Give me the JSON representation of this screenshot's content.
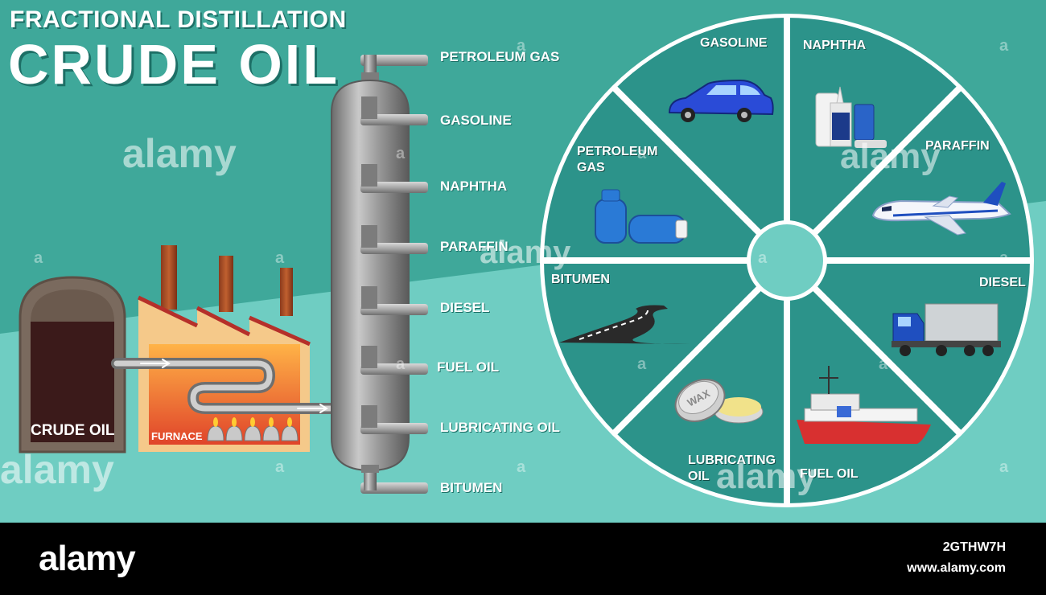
{
  "title": {
    "line1": "FRACTIONAL DISTILLATION",
    "line2": "CRUDE OIL"
  },
  "left": {
    "tank_label": "CRUDE OIL",
    "furnace_label": "FURNACE"
  },
  "column_outputs": [
    "PETROLEUM GAS",
    "GASOLINE",
    "NAPHTHA",
    "PARAFFIN",
    "DIESEL",
    "FUEL OIL",
    "LUBRICATING OIL",
    "BITUMEN"
  ],
  "wheel": {
    "sections": [
      {
        "label": "GASOLINE",
        "icon": "car-icon"
      },
      {
        "label": "NAPHTHA",
        "icon": "bottles-icon"
      },
      {
        "label": "PARAFFIN",
        "icon": "airplane-icon"
      },
      {
        "label": "DIESEL",
        "icon": "truck-icon"
      },
      {
        "label": "FUEL OIL",
        "icon": "ship-icon"
      },
      {
        "label": "LUBRICATING OIL",
        "icon": "wax-tin-icon"
      },
      {
        "label": "BITUMEN",
        "icon": "road-icon"
      },
      {
        "label": "PETROLEUM GAS",
        "icon": "gas-cylinder-icon"
      }
    ]
  },
  "watermark": {
    "word": "alamy",
    "letter": "a"
  },
  "footer": {
    "logo": "alamy",
    "image_id": "2GTHW7H",
    "url": "www.alamy.com"
  },
  "colors": {
    "bg_dark": "#3fa89a",
    "bg_light": "#6fcdc2",
    "wheel_fill": "#2c938a",
    "column": "#9a9a9a",
    "furnace": "#f5c98a"
  }
}
